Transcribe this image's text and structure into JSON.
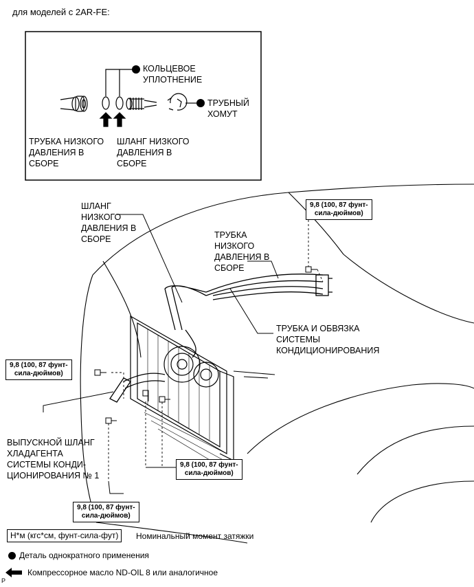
{
  "header": "для моделей с 2AR-FE:",
  "inset": {
    "o_ring": "КОЛЬЦЕВОЕ\nУПЛОТНЕНИЕ",
    "pipe_clamp": "ТРУБНЫЙ\nХОМУТ",
    "low_pressure_tube": "ТРУБКА НИЗКОГО\nДАВЛЕНИЯ В\nСБОРЕ",
    "low_pressure_hose": "ШЛАНГ НИЗКОГО\nДАВЛЕНИЯ В\nСБОРЕ"
  },
  "main": {
    "hose_label": "ШЛАНГ\nНИЗКОГО\nДАВЛЕНИЯ В\nСБОРЕ",
    "tube_label": "ТРУБКА\nНИЗКОГО\nДАВЛЕНИЯ В\nСБОРЕ",
    "ac_system_label": "ТРУБКА И ОБВЯЗКА\nСИСТЕМЫ\nКОНДИЦИОНИРОВАНИЯ",
    "discharge_hose_label": "ВЫПУСКНОЙ ШЛАНГ\nХЛАДАГЕНТА\nСИСТЕМЫ КОНДИ-\nЦИОНИРОВАНИЯ № 1",
    "torque_value": "9,8 (100, 87 фунт-\nсила-дюймов)"
  },
  "legend": {
    "torque_box": "Н*м (кгс*см, фунт-сила-фут)",
    "torque_text": "Номинальный момент затяжки",
    "nonreusable_text": "Деталь однократного применения",
    "oil_text": "Компрессорное масло ND-OIL 8 или аналогичное"
  },
  "corner_mark": "P"
}
